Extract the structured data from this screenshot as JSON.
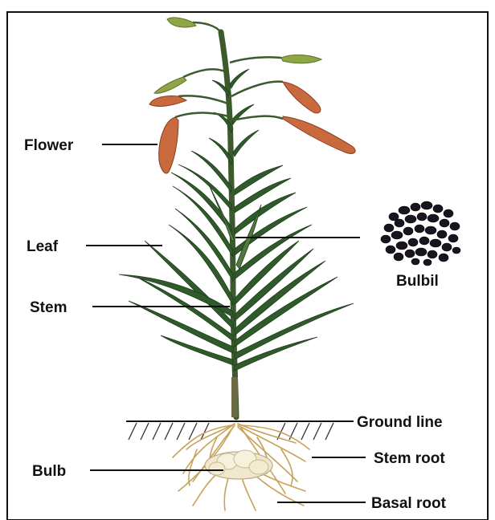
{
  "labels": {
    "flower": "Flower",
    "leaf": "Leaf",
    "stem": "Stem",
    "bulb": "Bulb",
    "bulbil": "Bulbil",
    "ground_line": "Ground line",
    "stem_root": "Stem root",
    "basal_root": "Basal root"
  },
  "colors": {
    "leaf": "#2f5a2a",
    "leaf_light": "#4f7b3f",
    "flower": "#c86a3e",
    "bud": "#8fa646",
    "bulbil": "#1a1420",
    "root": "#c8a25a",
    "bulb": "#efe8cc",
    "line": "#111111"
  }
}
